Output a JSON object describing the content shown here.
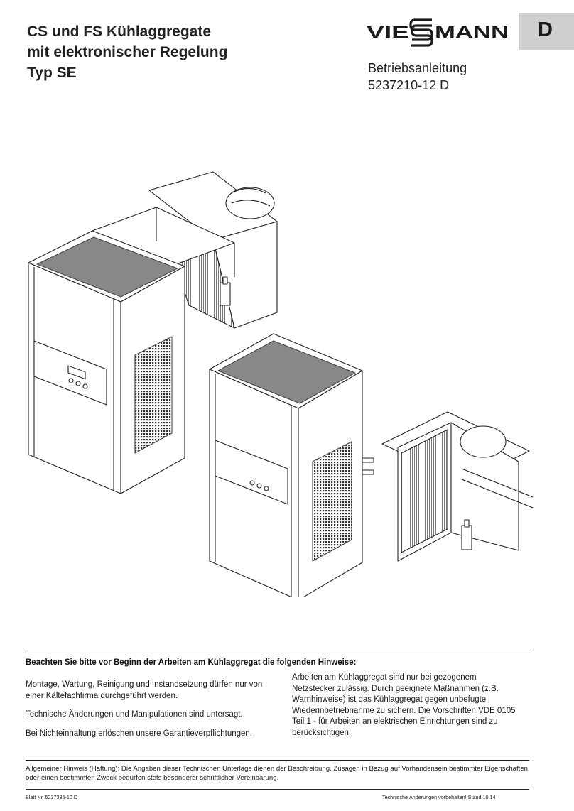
{
  "title_lines": [
    "CS und FS Kühlaggregate",
    "mit elektronischer Regelung",
    "Typ SE"
  ],
  "brand": "VIESSMANN",
  "lang_tab": "D",
  "doc_type": "Betriebsanleitung",
  "doc_number": "5237210-12 D",
  "notice": {
    "heading": "Beachten Sie bitte vor Beginn der Arbeiten am Kühlaggregat die folgenden Hinweise:",
    "left": [
      "Montage, Wartung, Reinigung und Instandsetzung dürfen nur von einer Kältefachfirma durchgeführt werden.",
      "Technische Änderungen und Manipulationen sind untersagt.",
      "Bei Nichteinhaltung erlöschen unsere Garantieverpflichtungen."
    ],
    "right": "Arbeiten am Kühlaggregat sind nur bei gezogenem Netzstecker zulässig. Durch geeignete Maßnahmen (z.B. Warnhinweise) ist das Kühlaggregat gegen unbefugte Wiederinbetriebnahme zu sichern. Die Vorschriften VDE 0105 Teil 1 - für Arbeiten an elektrischen Einrichtungen sind zu berücksichtigen."
  },
  "disclaimer": "Allgemeiner Hinweis (Haftung): Die Angaben dieser Technischen Unterlage dienen der Beschreibung. Zusagen in Bezug auf Vorhandensein bestimmter Eigenschaften oder einen bestimmten Zweck bedürfen stets besonderer schriftlicher Vereinbarung.",
  "footer": {
    "left": "Blatt Nr. 5237335-10 D",
    "right": "Technische Änderungen vorbehalten! Stand 10.14"
  }
}
